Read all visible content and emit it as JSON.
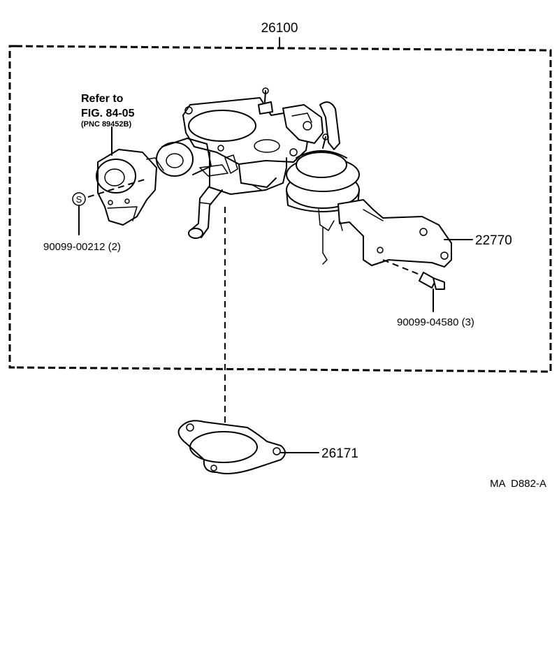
{
  "assembly_number": "26100",
  "reference": {
    "line1": "Refer to",
    "line2": "FIG. 84-05",
    "line3": "(PNC 89452B)"
  },
  "seal_symbol": "S",
  "parts": {
    "screw": "90099-00212 (2)",
    "bracket": "22770",
    "bolt": "90099-04580 (3)",
    "gasket": "26171"
  },
  "figure_code": "MA  D882-A"
}
